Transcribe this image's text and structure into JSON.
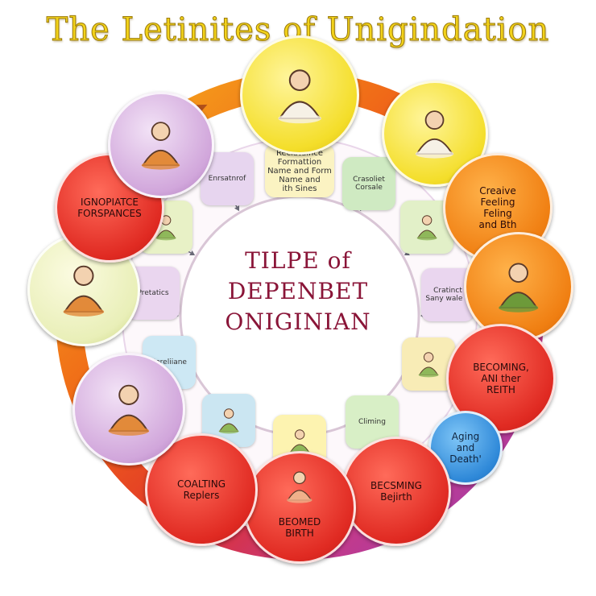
{
  "title": "The Letinites of Unigindation",
  "center": {
    "line1": "TILPE of",
    "line2": "DEPENBET",
    "line3": "ONIGINIAN"
  },
  "colors": {
    "red": "#e02a22",
    "orange": "#f07f12",
    "yellow": "#f4de2a",
    "blue": "#2e88d8",
    "purple": "#b774c6",
    "title_yellow": "#f2d21a",
    "center_text": "#8a1538"
  },
  "outer_nodes": [
    {
      "id": "top",
      "label": "",
      "icon": "meditating-figure-icon"
    },
    {
      "id": "upper-right",
      "label": "",
      "icon": "two-figures-icon"
    },
    {
      "id": "right-1",
      "label": "Creaive\nFeeling\nFeling\nand Bth"
    },
    {
      "id": "right-2",
      "label": "",
      "icon": "figure-with-plant-icon"
    },
    {
      "id": "right-3",
      "label": "BECOMING,\nANI ther\nREITH"
    },
    {
      "id": "lower-right-small",
      "label": "Aging\nand\nDeath'"
    },
    {
      "id": "bottom-right",
      "label": "BECSMING\nBejirth"
    },
    {
      "id": "bottom",
      "label": "BEOMED\nBIRTH",
      "icon": "seated-figure-icon"
    },
    {
      "id": "bottom-left",
      "label": "COALTING\nReplers"
    },
    {
      "id": "lower-left",
      "label": "",
      "icon": "meditating-deity-icon"
    },
    {
      "id": "left",
      "label": "",
      "icon": "two-people-icon"
    },
    {
      "id": "upper-left",
      "label": "IGNOPIATCE\nFORSPANCES"
    },
    {
      "id": "top-left",
      "label": "",
      "icon": "kneeling-figure-icon"
    }
  ],
  "tiles": [
    {
      "id": "tile-top",
      "label": "Reciatuince\nFormattion\nName and Form\nName and\nith Sines"
    },
    {
      "id": "tile-upper-right",
      "label": "Crasoliet\nCorsale"
    },
    {
      "id": "tile-right-1",
      "label": ""
    },
    {
      "id": "tile-right-2",
      "label": "Cratinct\nSany wale C"
    },
    {
      "id": "tile-right-3",
      "label": ""
    },
    {
      "id": "tile-lower-right",
      "label": "Climing"
    },
    {
      "id": "tile-bottom",
      "label": ""
    },
    {
      "id": "tile-lower-left",
      "label": ""
    },
    {
      "id": "tile-left-2",
      "label": "Pereliiane"
    },
    {
      "id": "tile-left",
      "label": "Pretatics"
    },
    {
      "id": "tile-upper-left-2",
      "label": ""
    },
    {
      "id": "tile-upper-left",
      "label": "Enrsatnrof"
    }
  ]
}
